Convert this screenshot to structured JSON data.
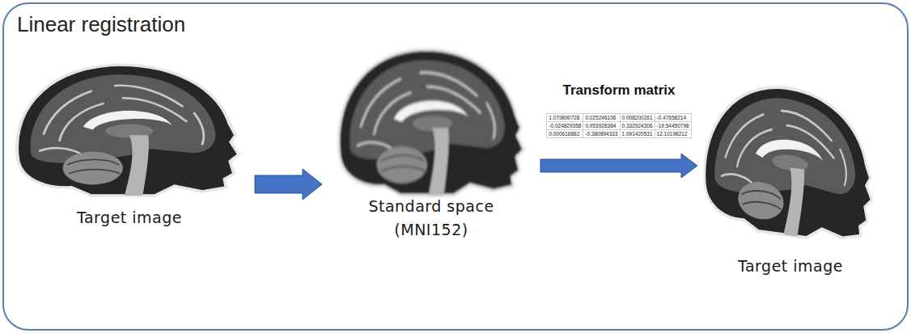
{
  "diagram": {
    "nodes": [
      {
        "text": [
          "Linear registration"
        ]
      },
      {
        "text": [
          "Target image"
        ],
        "in": 0
      },
      {
        "text": [
          "Standard space (MNI152)"
        ],
        "in": 0
      },
      {
        "text": [
          "Target image"
        ],
        "in": 0
      }
    ],
    "edges": [
      {
        "from": 1,
        "to": 2,
        "arrow": "to"
      },
      {
        "from": 2,
        "to": 3,
        "arrow": "to",
        "label": "Transform matrix"
      }
    ],
    "labels": [
      "1.079890728",
      "0.025246106",
      "0.008200261",
      "-0.47658214",
      "-0.024829358",
      "0.953926384",
      "0.332924306",
      "-19.54450798",
      "0.000616882",
      "-0.380894333",
      "1.091420531",
      "12.10198212"
    ]
  }
}
